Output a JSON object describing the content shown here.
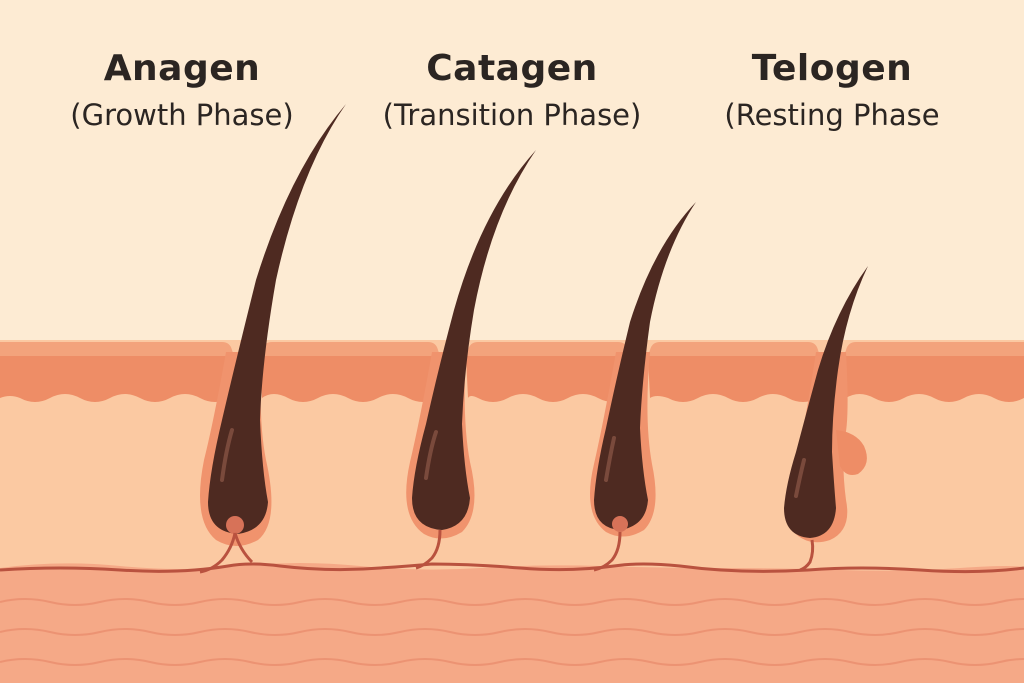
{
  "colors": {
    "background": "#fdebd3",
    "epidermis_top": "#f3a37c",
    "epidermis_wave": "#ee8d66",
    "dermis": "#fbc9a2",
    "subcutis": "#f5a987",
    "subcutis_line": "#ec9373",
    "vessel": "#b9523f",
    "hair": "#4e2a21",
    "hair_highlight": "#7a4a3c",
    "sheath": "#f0936d",
    "papilla": "#d77258",
    "text": "#2b2522"
  },
  "phases": [
    {
      "id": "anagen",
      "name": "Anagen",
      "subtitle": "(Growth Phase)"
    },
    {
      "id": "catagen",
      "name": "Catagen",
      "subtitle": "(Transition Phase)"
    },
    {
      "id": "telogen",
      "name": "Telogen",
      "subtitle": "(Resting Phase"
    }
  ]
}
